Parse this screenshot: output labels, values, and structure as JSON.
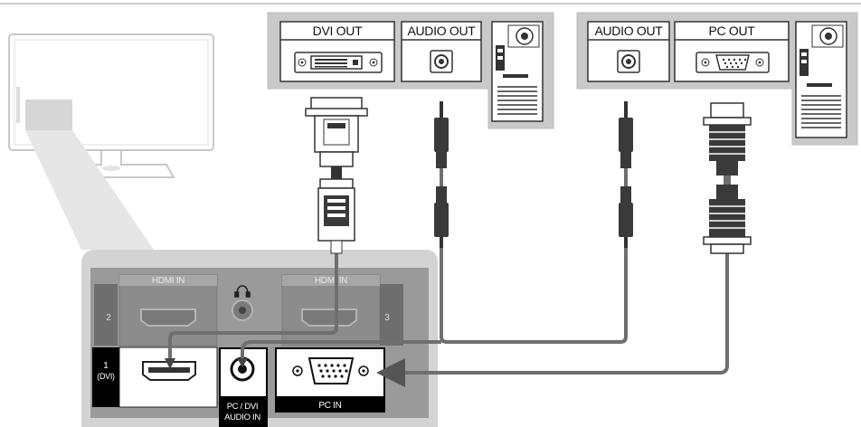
{
  "source_panel_1": {
    "dvi_out_label": "DVI OUT",
    "audio_out_label": "AUDIO OUT"
  },
  "source_panel_2": {
    "audio_out_label": "AUDIO OUT",
    "pc_out_label": "PC OUT"
  },
  "tv_panel": {
    "hdmi_in_top_left_label": "HDMI IN",
    "hdmi_in_top_right_label": "HDMI IN",
    "port_number_2": "2",
    "port_number_3": "3",
    "port_number_1": "1",
    "port_number_1_sub": "(DVI)",
    "pc_dvi_audio_in_label_line1": "PC / DVI",
    "pc_dvi_audio_in_label_line2": "AUDIO IN",
    "pc_in_label": "PC IN"
  },
  "colors": {
    "panel_grey": "#d0d0d0",
    "panel_dark": "#8a8a8a",
    "cable_grey": "#6f6f6f",
    "connector_dark": "#3a3a3a"
  },
  "icons": [
    "headphone-icon",
    "computer-tower-icon",
    "tv-icon",
    "arrow-icon"
  ]
}
